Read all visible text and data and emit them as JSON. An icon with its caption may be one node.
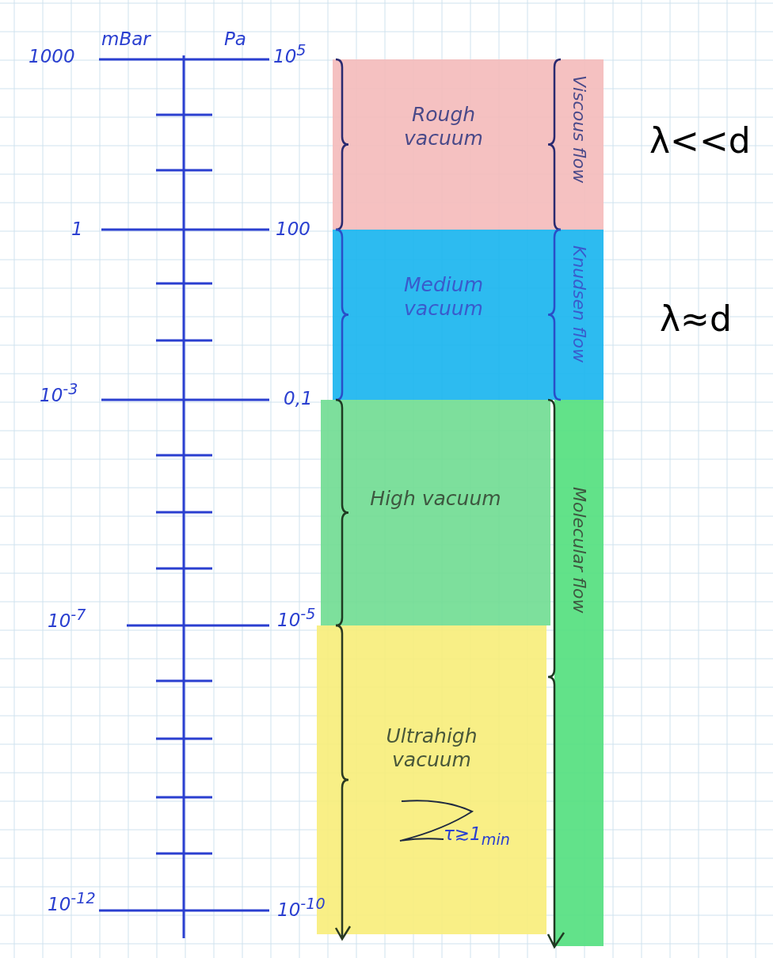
{
  "diagram": {
    "nodes": [
      {
        "text": [
          "Rough vacuum"
        ]
      },
      {
        "text": [
          "Medium vacuum"
        ]
      },
      {
        "text": [
          "High vacuum"
        ]
      },
      {
        "text": [
          "Ultrahigh vacuum"
        ]
      },
      {
        "text": [
          "Viscous flow"
        ]
      },
      {
        "text": [
          "Knudsen flow"
        ]
      },
      {
        "text": [
          "Molecular flow"
        ]
      }
    ],
    "labels": [
      "mBar",
      "Pa",
      "1000",
      "10$^{5}$",
      "λ<<d",
      "1",
      "100",
      "λ≈d",
      "10$^{-3}$",
      "0,1",
      "10$^{-7}$",
      "10$^{-5}$",
      "τ≳1$_{min}$",
      "10$^{-12}$",
      "10$^{-10}$"
    ]
  }
}
